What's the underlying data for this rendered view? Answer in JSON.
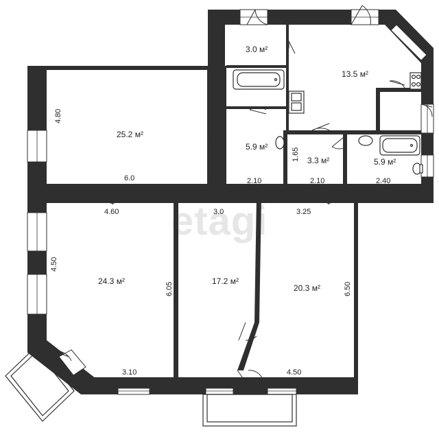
{
  "watermark": "etagi",
  "rooms": [
    {
      "id": "room-wc-top",
      "area": "3.0 м²"
    },
    {
      "id": "room-kitchen",
      "area": "13.5 м²"
    },
    {
      "id": "room-living-top",
      "area": "25.2 м²"
    },
    {
      "id": "room-bath-left",
      "area": "5.9 м²"
    },
    {
      "id": "room-hall-small",
      "area": "3.3 м²"
    },
    {
      "id": "room-bath-right",
      "area": "5.9 м²"
    },
    {
      "id": "room-bedroom-left",
      "area": "24.3 м²"
    },
    {
      "id": "room-bedroom-middle",
      "area": "17.2 м²"
    },
    {
      "id": "room-bedroom-right",
      "area": "20.3 м²"
    }
  ],
  "dimensions": [
    "4.80",
    "6.0",
    "2.10",
    "1.65",
    "2.10",
    "2.40",
    "4.60",
    "3.0",
    "3.25",
    "4.50",
    "6.05",
    "6.50",
    "3.10",
    "4.50"
  ],
  "colors": {
    "wall": "#2f2f2f",
    "background": "#ffffff",
    "watermark": "#e6e6e6"
  }
}
